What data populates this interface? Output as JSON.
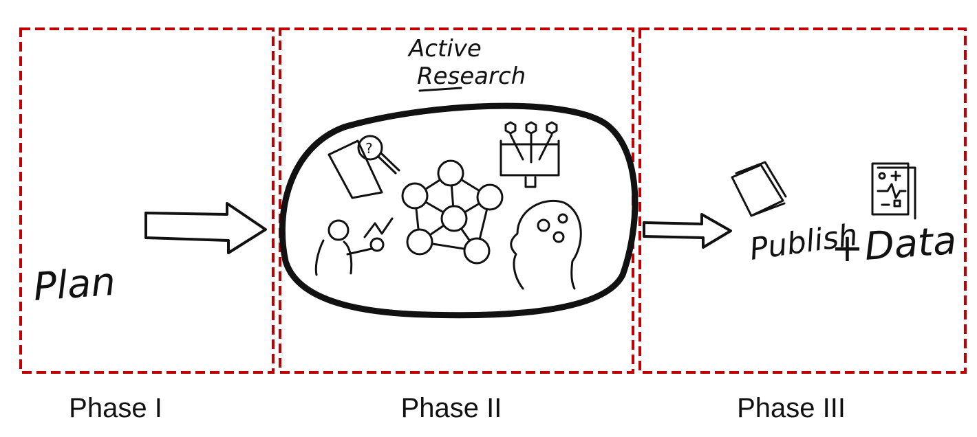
{
  "phases": [
    {
      "caption": "Phase I",
      "label": "Plan"
    },
    {
      "caption": "Phase II",
      "label_line1": "Active",
      "label_line2": "Research"
    },
    {
      "caption": "Phase III",
      "label_a": "Publish",
      "label_plus": "+",
      "label_b": "Data"
    }
  ],
  "colors": {
    "frame": "#c00000",
    "ink": "#111111"
  },
  "icons": [
    "document-search-icon",
    "network-people-icon",
    "data-funnel-icon",
    "scientist-icon",
    "brain-gears-icon",
    "book-icon",
    "data-sheet-icon"
  ]
}
